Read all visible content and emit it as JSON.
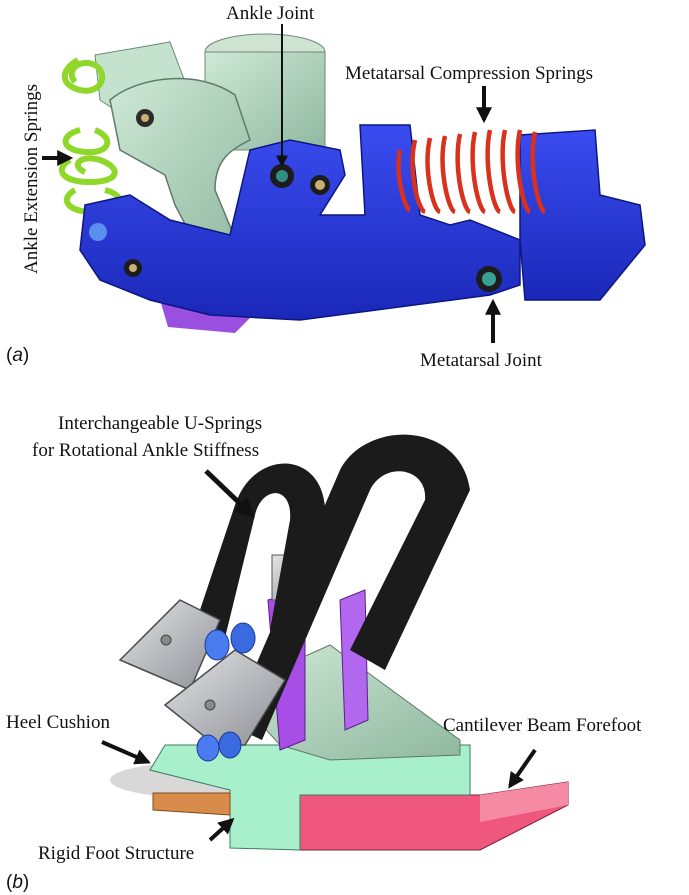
{
  "panel_a": {
    "id": "a",
    "labels": {
      "ankle_joint": "Ankle Joint",
      "metatarsal_compression_springs": "Metatarsal Compression Springs",
      "ankle_extension_springs": "Ankle Extension Springs",
      "metatarsal_joint": "Metatarsal Joint"
    }
  },
  "panel_b": {
    "id": "b",
    "labels": {
      "u_springs_line1": "Interchangeable U-Springs",
      "u_springs_line2": "for Rotational Ankle Stiffness",
      "heel_cushion": "Heel Cushion",
      "cantilever_forefoot": "Cantilever Beam Forefoot",
      "rigid_foot_structure": "Rigid Foot Structure"
    }
  },
  "colors": {
    "frame_blue": "#2233d6",
    "green_spring": "#8fd82a",
    "red_spring": "#d8321c",
    "mint_part": "#b9dcc6",
    "mint_dark": "#8fb89f",
    "purple_part": "#a64ee6",
    "black_spring": "#1b1b1b",
    "heel_orange": "#d98b4b",
    "forefoot_pink": "#f0577f",
    "foot_green": "#a8f0cc",
    "gray_metal": "#b7b9bd"
  }
}
